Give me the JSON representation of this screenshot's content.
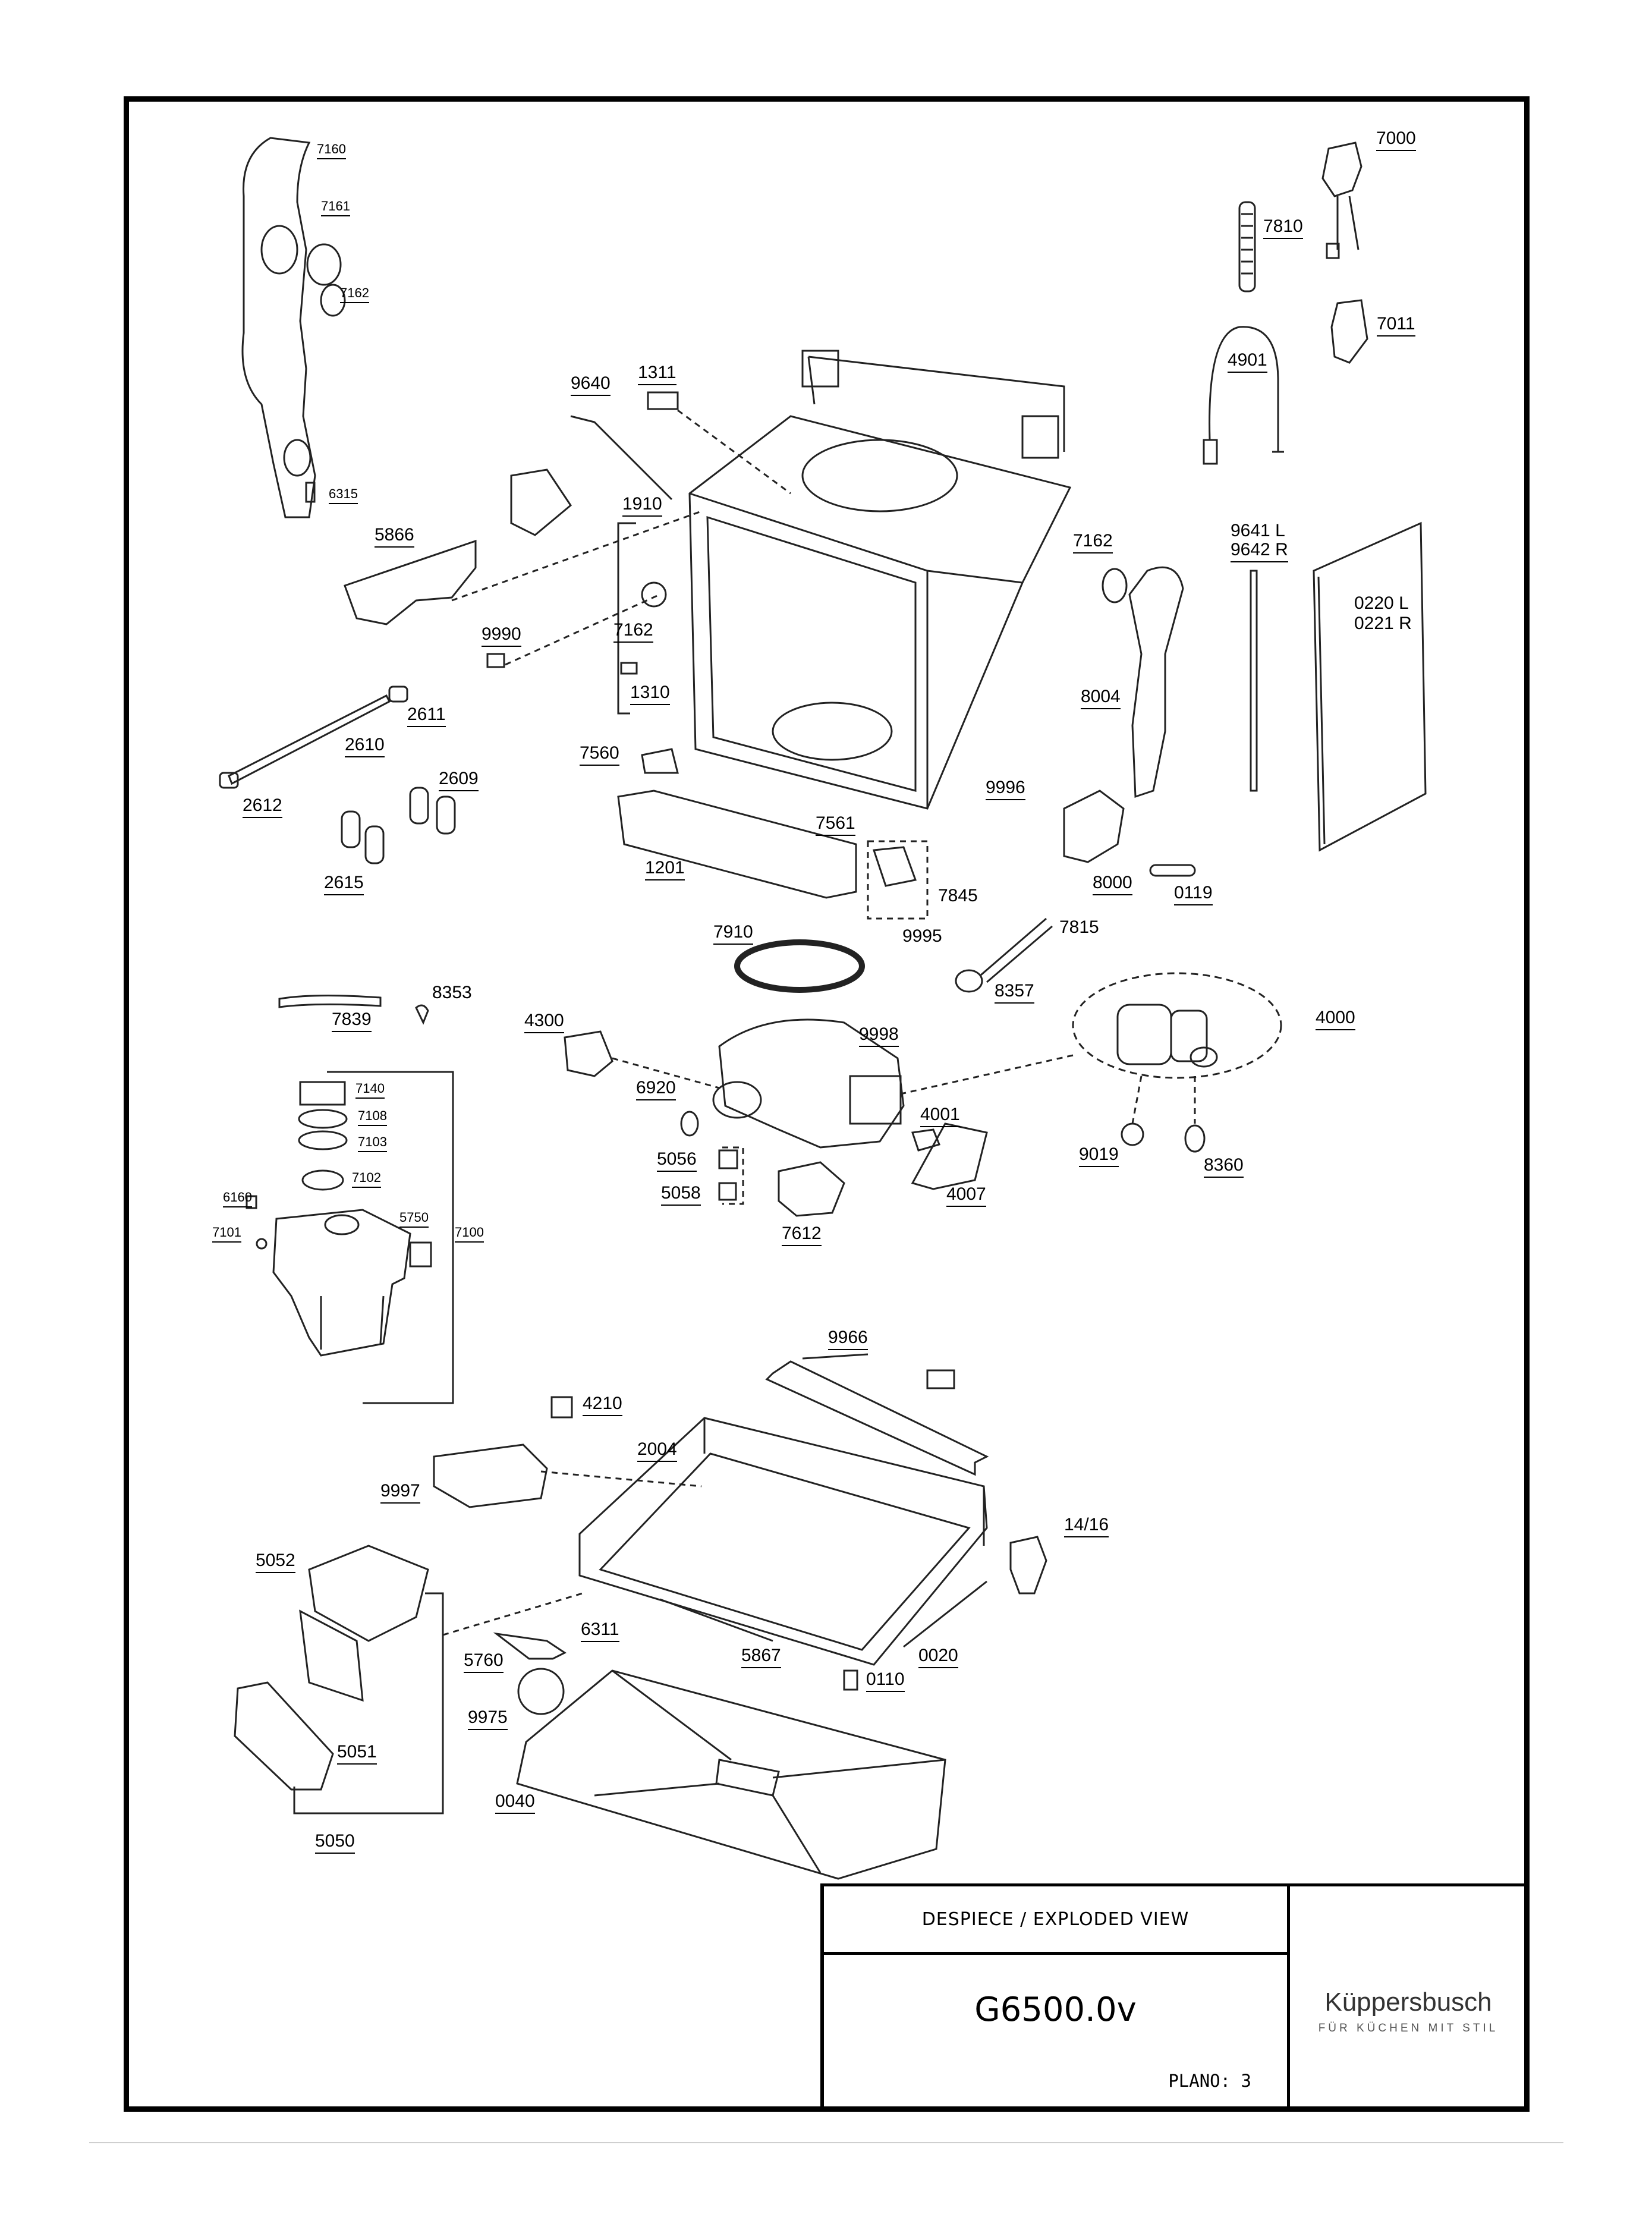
{
  "title_block": {
    "view_title": "DESPIECE / EXPLODED VIEW",
    "model": "G6500.0v",
    "plano": "PLANO: 3",
    "brand": "Küppersbusch",
    "tagline": "FÜR KÜCHEN MIT STIL"
  },
  "part_labels": {
    "p7160": "7160",
    "p7161": "7161",
    "p7162a": "7162",
    "p6315": "6315",
    "p7000": "7000",
    "p7810": "7810",
    "p7011": "7011",
    "p4901": "4901",
    "p9640": "9640",
    "p1311": "1311",
    "p1910": "1910",
    "p5866": "5866",
    "p7162b": "7162",
    "p9990": "9990",
    "p1310": "1310",
    "p7560": "7560",
    "p7162c": "7162",
    "p9641": "9641 L",
    "p9642": "9642 R",
    "p0220": "0220 L",
    "p0221": "0221 R",
    "p8004": "8004",
    "p9996": "9996",
    "p2611": "2611",
    "p2610": "2610",
    "p2609": "2609",
    "p2612": "2612",
    "p2615": "2615",
    "p7561": "7561",
    "p1201": "1201",
    "p7845": "7845",
    "p8000": "8000",
    "p0119": "0119",
    "p9995": "9995",
    "p7910": "7910",
    "p7815": "7815",
    "p8357": "8357",
    "p7839": "7839",
    "p8353": "8353",
    "p4300": "4300",
    "p9998": "9998",
    "p4000": "4000",
    "p7140": "7140",
    "p7108": "7108",
    "p7103": "7103",
    "p7102": "7102",
    "p6160": "6160",
    "p7101": "7101",
    "p5750": "5750",
    "p7100": "7100",
    "p6920": "6920",
    "p5056": "5056",
    "p5058": "5058",
    "p4001": "4001",
    "p4007": "4007",
    "p7612": "7612",
    "p9019": "9019",
    "p8360": "8360",
    "p9966": "9966",
    "p4210": "4210",
    "p2004": "2004",
    "p9997": "9997",
    "p1416": "14/16",
    "p5052": "5052",
    "p6311": "6311",
    "p5760": "5760",
    "p5867": "5867",
    "p0020": "0020",
    "p0110": "0110",
    "p9975": "9975",
    "p5051": "5051",
    "p0040": "0040",
    "p5050": "5050"
  }
}
